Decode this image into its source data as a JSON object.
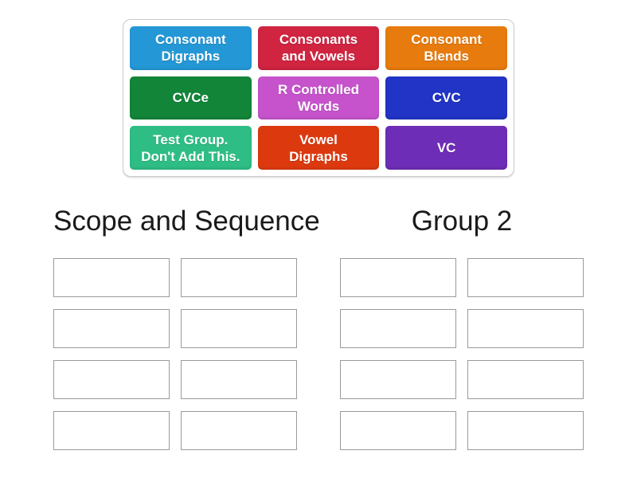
{
  "tray": {
    "tiles": [
      {
        "label": "Consonant Digraphs",
        "color": "#2498d6"
      },
      {
        "label": "Consonants and Vowels",
        "color": "#d02441"
      },
      {
        "label": "Consonant Blends",
        "color": "#e77b0d"
      },
      {
        "label": "CVCe",
        "color": "#128539"
      },
      {
        "label": "R Controlled Words",
        "color": "#c653cc"
      },
      {
        "label": "CVC",
        "color": "#2134c5"
      },
      {
        "label": "Test Group. Don't Add This.",
        "color": "#2ebe85"
      },
      {
        "label": "Vowel Digraphs",
        "color": "#dd390f"
      },
      {
        "label": "VC",
        "color": "#6e2db6"
      }
    ]
  },
  "groups": [
    {
      "title": "Scope and Sequence",
      "slot_count": 8
    },
    {
      "title": "Group 2",
      "slot_count": 8
    }
  ],
  "text_color": "#1a1a1a"
}
